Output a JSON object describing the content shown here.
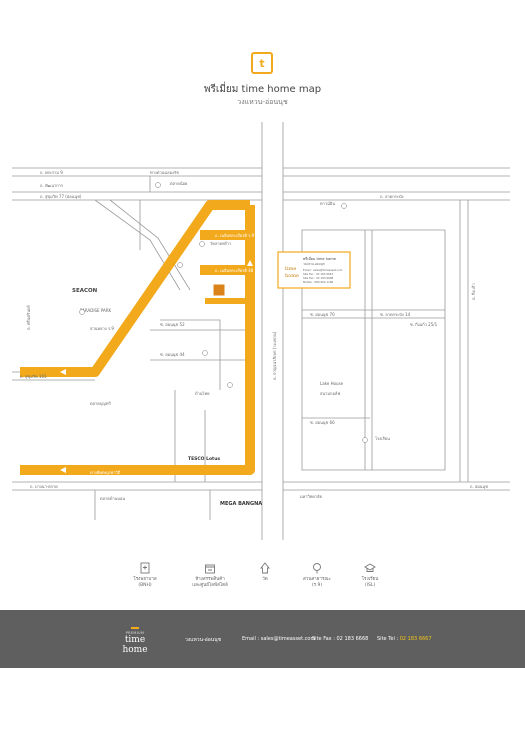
{
  "header": {
    "logo_glyph": "t",
    "title": "พรีเมี่ยม time home map",
    "subtitle": "วงแหวน-อ่อนนุช"
  },
  "map": {
    "road_labels": [
      "ถ. พระราม 9",
      "ถ. พัฒนาการ",
      "ถ. สุขุมวิท 77 (อ่อนนุช)",
      "ทางด่วนฉลองรัช",
      "ถ. ศรีนครินทร์",
      "ถ. สุขุมวิท 103",
      "ถ. บางนา-ตราด",
      "ถ. กาญจนาภิเษก (วงแหวน)",
      "ถ. ลาดกระบัง",
      "ถ. กิ่งแก้ว",
      "ถ. เฉลิมพระเกียรติ ร.9",
      "ถ. เฉลิมพระเกียรติ 48",
      "ทางพิเศษบูรพาวิถี",
      "ถ. อ่อนนุช"
    ],
    "soi_labels": [
      "ซ. อ่อนนุช 70",
      "ซ. อ่อนนุช 66",
      "ซ. อ่อนนุช 52",
      "ซ. อ่อนนุช 44",
      "ซ. ลาดกระบัง 14",
      "ซ. กิ่งแก้ว 25/1"
    ],
    "place_labels": [
      "ตลาดน้อย",
      "ทาวน์อิน",
      "วัดลาดพร้าว",
      "SEACON",
      "PARADISE PARK",
      "สวนหลวง ร.9",
      "ตลาดบุญทวี",
      "บ้านไทย",
      "Lake House",
      "สนามกอล์ฟ",
      "โรงเรียน",
      "TESCO Lotus",
      "ตลาดบ้านบอน",
      "มหาวิทยาลัย",
      "MEGA BANGNA"
    ],
    "callout": {
      "name": "พรีเมี่ยม time home",
      "subtitle": "วงแหวน-อ่อนนุช",
      "line1": "Email : sales@timeasset.com",
      "line2": "Site Tel. : 02 183 6667",
      "line3": "Site Fax : 02 183 6668",
      "line4": "Mobile : 089 964 1166"
    },
    "logo_word_1": "time",
    "logo_word_2": "home"
  },
  "legend": [
    {
      "label": "โรงพยาบาล",
      "sub": "(BNH)",
      "icon": "hospital-icon"
    },
    {
      "label": "ห้างสรรพสินค้า",
      "sub": "และศูนย์ไลฟ์สไตล์",
      "icon": "shopping-mall-icon"
    },
    {
      "label": "วัด",
      "sub": "",
      "icon": "temple-icon"
    },
    {
      "label": "สวนสาธารณะ",
      "sub": "(ร.9)",
      "icon": "park-icon"
    },
    {
      "label": "โรงเรียน",
      "sub": "(ISL)",
      "icon": "school-icon"
    }
  ],
  "footer": {
    "logo_small": "PREMIUM",
    "logo_word_1": "time",
    "logo_word_2": "home",
    "project": "วงแหวน-อ่อนนุช",
    "email": "Email : sales@timeasset.com",
    "fax_label": "Site Fax :",
    "fax": "02 183 6668",
    "tel_label": "Site Tel :",
    "tel": "02 183 6667"
  },
  "colors": {
    "route": "#f2a91b",
    "road_outline": "#9a9a9a",
    "footer_bg": "#5f5f5f",
    "highlight": "#f5c518"
  }
}
